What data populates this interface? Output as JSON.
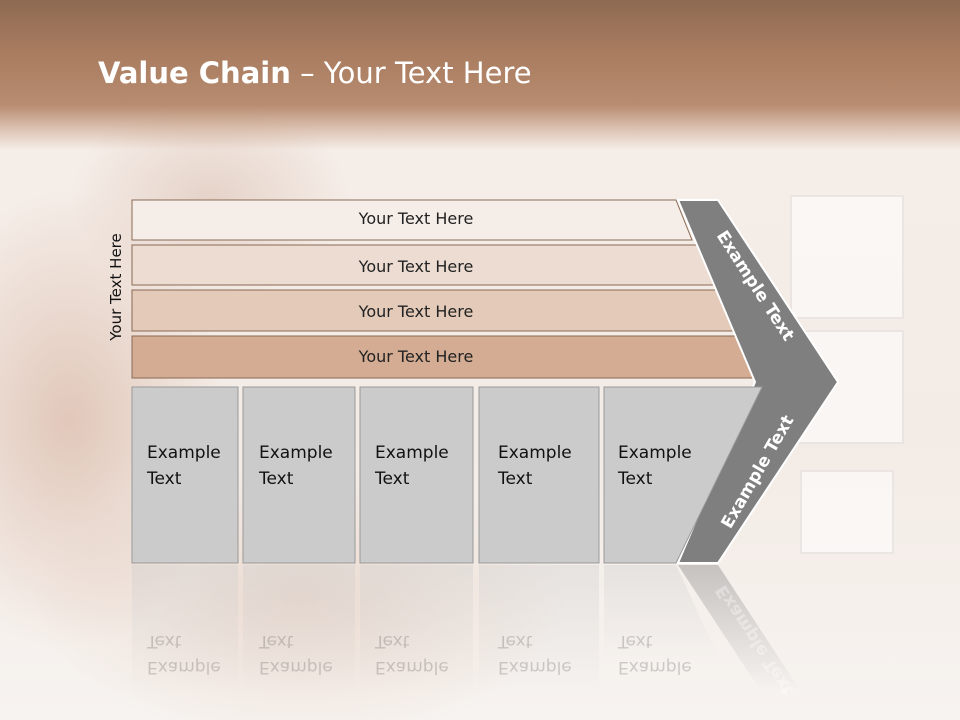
{
  "title": {
    "bold": "Value Chain",
    "rest": " – Your Text Here"
  },
  "side_label": "Your Text Here",
  "rows": [
    {
      "label": "Your Text Here",
      "color": "#f5ede8"
    },
    {
      "label": "Your Text Here",
      "color": "#ecdcd2"
    },
    {
      "label": "Your Text Here",
      "color": "#e3cab9"
    },
    {
      "label": "Your Text Here",
      "color": "#d3ac93"
    }
  ],
  "boxes": [
    {
      "line1": "Example",
      "line2": "Text"
    },
    {
      "line1": "Example",
      "line2": "Text"
    },
    {
      "line1": "Example",
      "line2": "Text"
    },
    {
      "line1": "Example",
      "line2": "Text"
    },
    {
      "line1": "Example",
      "line2": "Text"
    }
  ],
  "arrow_top": "Example Text",
  "arrow_bottom": "Example Text",
  "colors": {
    "box": "#cbcbcb",
    "arrow": "#7f7f7f",
    "header": "#a97c60"
  }
}
